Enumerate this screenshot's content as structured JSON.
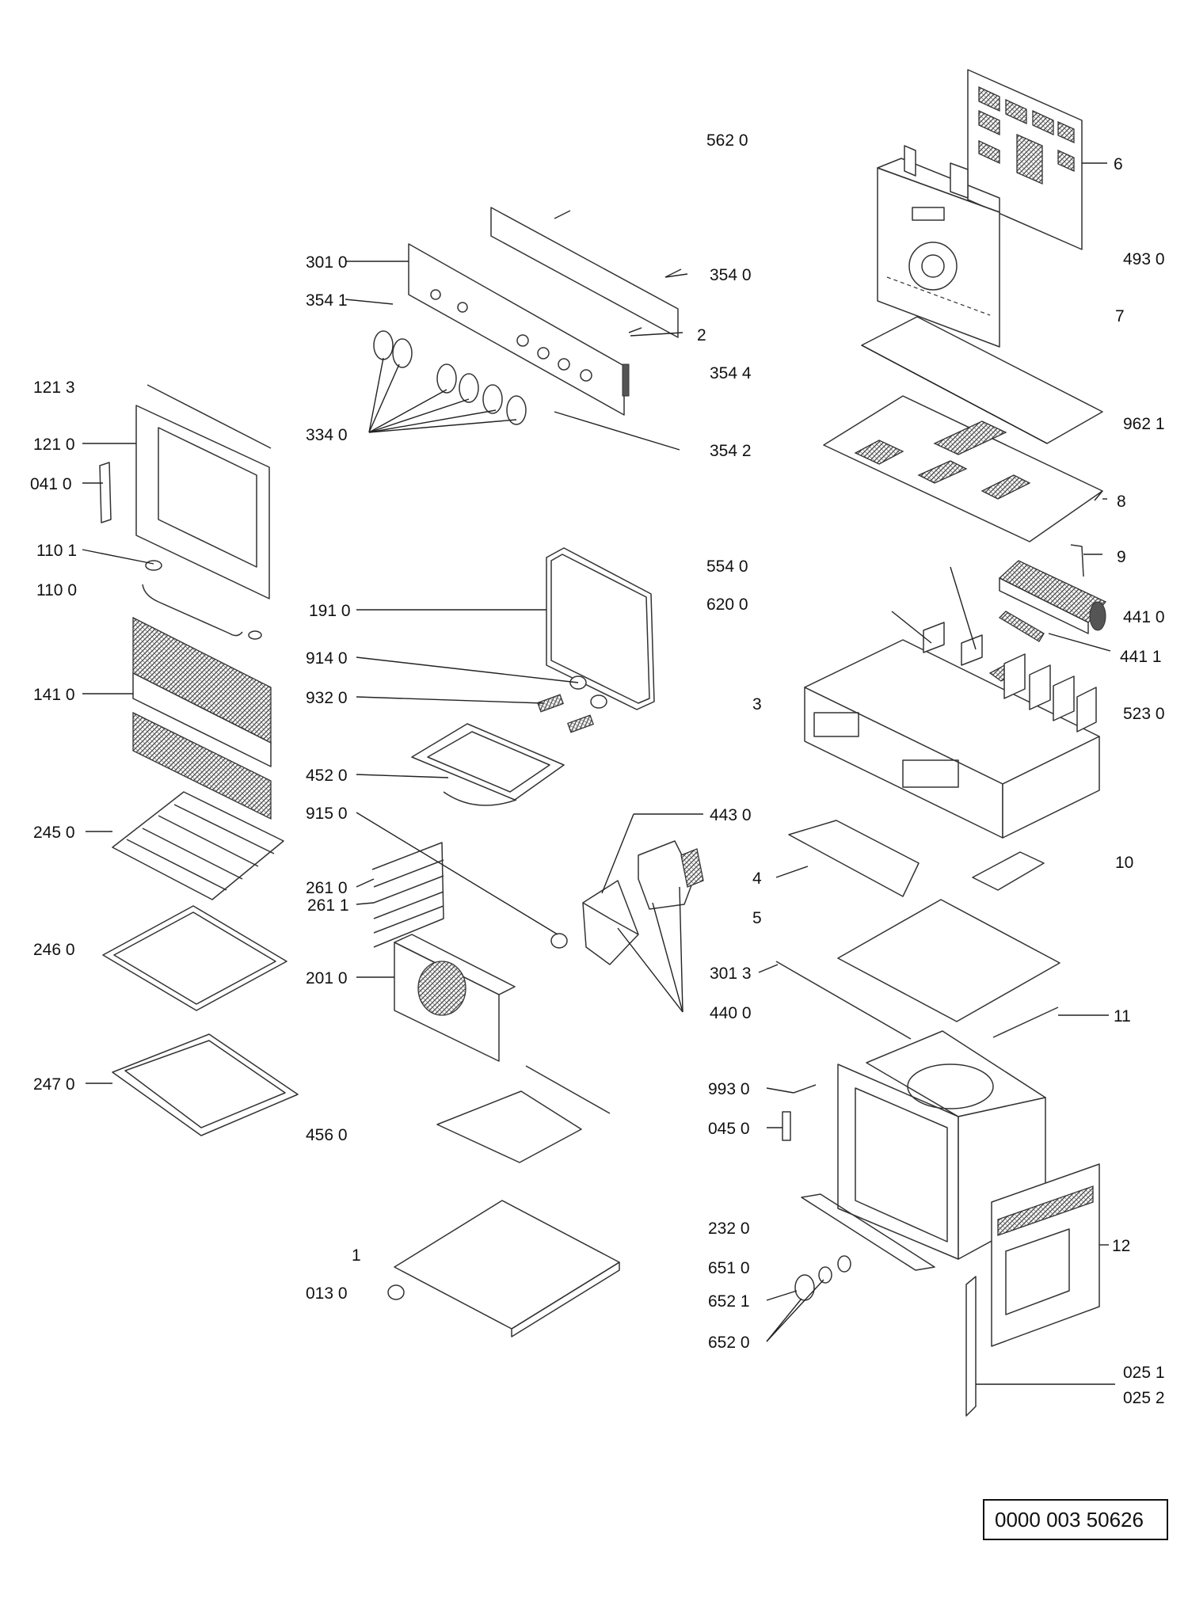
{
  "document_code": "0000 003 50626",
  "labels": [
    {
      "id": "l5620",
      "text": "562 0"
    },
    {
      "id": "l6",
      "text": "6"
    },
    {
      "id": "l4930",
      "text": "493 0"
    },
    {
      "id": "l3010",
      "text": "301 0"
    },
    {
      "id": "l3540",
      "text": "354 0"
    },
    {
      "id": "l3541",
      "text": "354 1"
    },
    {
      "id": "l7",
      "text": "7"
    },
    {
      "id": "l2",
      "text": "2"
    },
    {
      "id": "l3544",
      "text": "354 4"
    },
    {
      "id": "l1213",
      "text": "121 3"
    },
    {
      "id": "l1210",
      "text": "121 0"
    },
    {
      "id": "l3340",
      "text": "334 0"
    },
    {
      "id": "l3542",
      "text": "354 2"
    },
    {
      "id": "l9621",
      "text": "962 1"
    },
    {
      "id": "l0410",
      "text": "041 0"
    },
    {
      "id": "l8",
      "text": "8"
    },
    {
      "id": "l1101",
      "text": "110 1"
    },
    {
      "id": "l5540",
      "text": "554 0"
    },
    {
      "id": "l9",
      "text": "9"
    },
    {
      "id": "l1100",
      "text": "110 0"
    },
    {
      "id": "l6200",
      "text": "620 0"
    },
    {
      "id": "l4410",
      "text": "441 0"
    },
    {
      "id": "l1910",
      "text": "191 0"
    },
    {
      "id": "l4411",
      "text": "441 1"
    },
    {
      "id": "l9140",
      "text": "914 0"
    },
    {
      "id": "l1410",
      "text": "141 0"
    },
    {
      "id": "l9320",
      "text": "932 0"
    },
    {
      "id": "l3",
      "text": "3"
    },
    {
      "id": "l5230",
      "text": "523 0"
    },
    {
      "id": "l4520",
      "text": "452 0"
    },
    {
      "id": "l9150",
      "text": "915 0"
    },
    {
      "id": "l4430",
      "text": "443 0"
    },
    {
      "id": "l2450",
      "text": "245 0"
    },
    {
      "id": "l10",
      "text": "10"
    },
    {
      "id": "l4",
      "text": "4"
    },
    {
      "id": "l2610",
      "text": "261 0"
    },
    {
      "id": "l2611",
      "text": "261 1"
    },
    {
      "id": "l5",
      "text": "5"
    },
    {
      "id": "l2460",
      "text": "246 0"
    },
    {
      "id": "l3013",
      "text": "301 3"
    },
    {
      "id": "l2010",
      "text": "201 0"
    },
    {
      "id": "l4400",
      "text": "440 0"
    },
    {
      "id": "l11",
      "text": "11"
    },
    {
      "id": "l2470",
      "text": "247 0"
    },
    {
      "id": "l9930",
      "text": "993 0"
    },
    {
      "id": "l4560",
      "text": "456 0"
    },
    {
      "id": "l0450",
      "text": "045 0"
    },
    {
      "id": "l2320",
      "text": "232 0"
    },
    {
      "id": "l12",
      "text": "12"
    },
    {
      "id": "l1",
      "text": "1"
    },
    {
      "id": "l6510",
      "text": "651 0"
    },
    {
      "id": "l0130",
      "text": "013 0"
    },
    {
      "id": "l6521",
      "text": "652 1"
    },
    {
      "id": "l6520",
      "text": "652 0"
    },
    {
      "id": "l0251",
      "text": "025 1"
    },
    {
      "id": "l0252",
      "text": "025 2"
    }
  ]
}
